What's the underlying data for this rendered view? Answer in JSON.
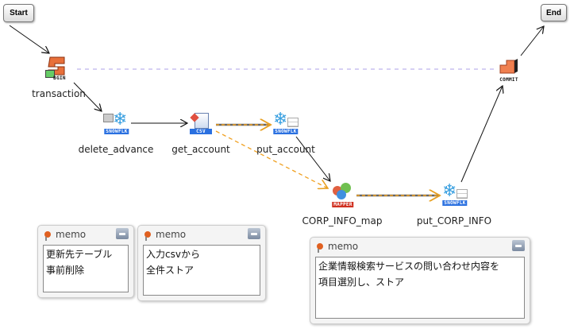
{
  "terminals": {
    "start": "Start",
    "end": "End"
  },
  "nodes": {
    "transaction": {
      "label": "transaction",
      "badge": "BGIN"
    },
    "delete_advance": {
      "label": "delete_advance",
      "badge": "SNOWFLK"
    },
    "get_account": {
      "label": "get_account",
      "badge": "CSV"
    },
    "put_account": {
      "label": "put_account",
      "badge": "SNOWFLK"
    },
    "corp_info_map": {
      "label": "CORP_INFO_map",
      "badge": "MAPPER"
    },
    "put_corp_info": {
      "label": "put_CORP_INFO",
      "badge": "SNOWFLK"
    },
    "commit": {
      "badge": "COMMIT"
    }
  },
  "memos": [
    {
      "title": "memo",
      "lines": [
        "更新先テーブル",
        "事前削除"
      ]
    },
    {
      "title": "memo",
      "lines": [
        "入力csvから",
        "全件ストア"
      ]
    },
    {
      "title": "memo",
      "lines": [
        "企業情報検索サービスの問い合わせ内容を",
        "項目選別し、ストア"
      ]
    }
  ],
  "colors": {
    "dataflow": "#f0a020",
    "control": "#111111",
    "transaction_link": "#c8c0f0",
    "snowflake": "#3aa0e0",
    "mapper": "#d03020"
  }
}
